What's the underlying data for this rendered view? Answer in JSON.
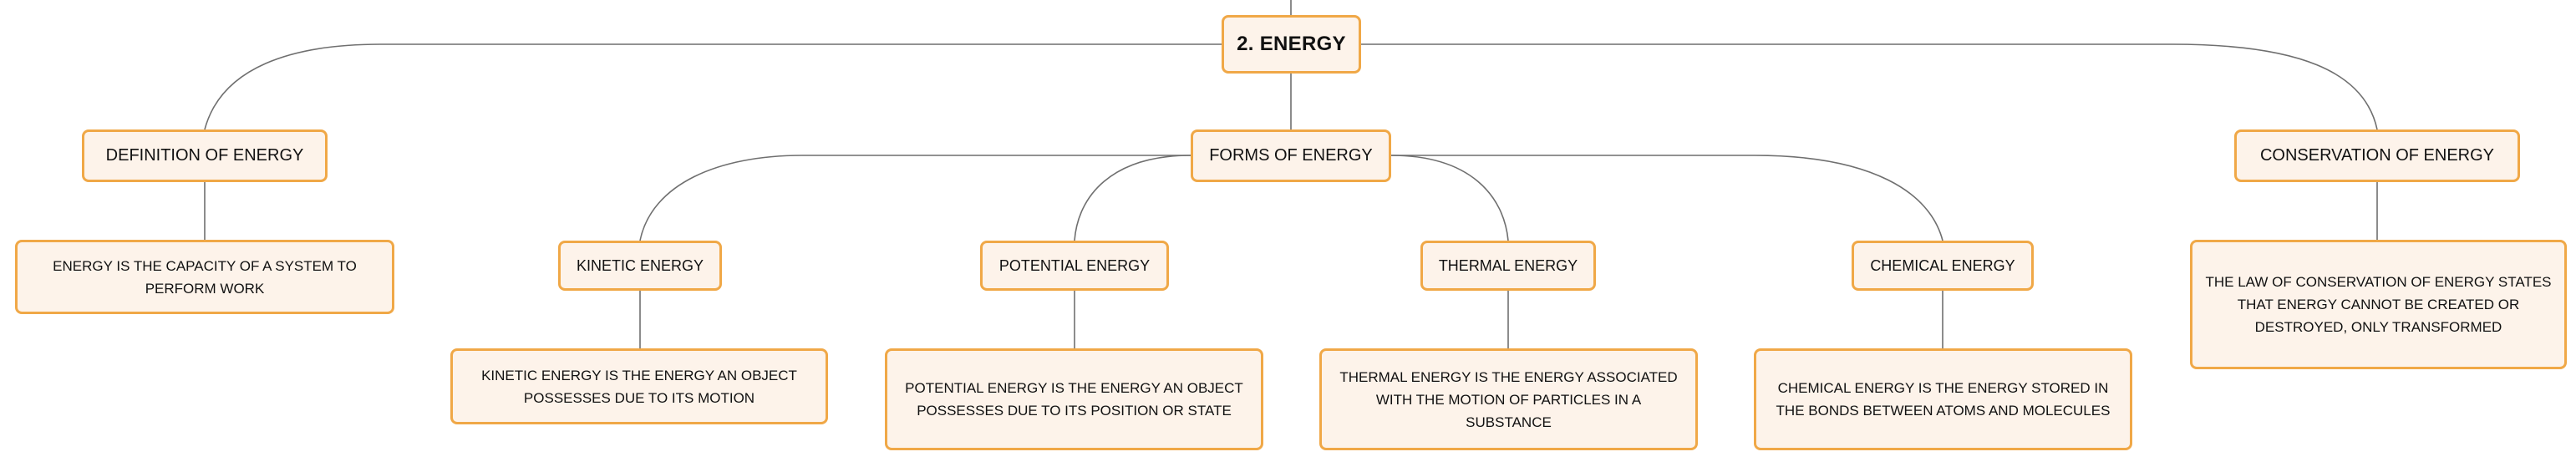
{
  "colors": {
    "node_border": "#f0a847",
    "node_fill": "#fdf3ea",
    "connector": "#6f6f6f",
    "text": "#111111"
  },
  "root": {
    "label": "2. ENERGY"
  },
  "branches": {
    "definition": {
      "label": "DEFINITION OF ENERGY",
      "detail": "ENERGY IS THE CAPACITY OF A SYSTEM TO PERFORM WORK"
    },
    "forms": {
      "label": "FORMS OF ENERGY",
      "children": [
        {
          "label": "KINETIC ENERGY",
          "detail": "KINETIC ENERGY IS THE ENERGY AN OBJECT POSSESSES DUE TO ITS MOTION"
        },
        {
          "label": "POTENTIAL ENERGY",
          "detail": "POTENTIAL ENERGY IS THE ENERGY AN OBJECT POSSESSES DUE TO ITS POSITION OR STATE"
        },
        {
          "label": "THERMAL ENERGY",
          "detail": "THERMAL ENERGY IS THE ENERGY ASSOCIATED WITH THE MOTION OF PARTICLES IN A SUBSTANCE"
        },
        {
          "label": "CHEMICAL ENERGY",
          "detail": "CHEMICAL ENERGY IS THE ENERGY STORED IN THE BONDS BETWEEN ATOMS AND MOLECULES"
        }
      ]
    },
    "conservation": {
      "label": "CONSERVATION OF ENERGY",
      "detail": "THE LAW OF CONSERVATION OF ENERGY STATES THAT ENERGY CANNOT BE CREATED OR DESTROYED, ONLY TRANSFORMED"
    }
  }
}
